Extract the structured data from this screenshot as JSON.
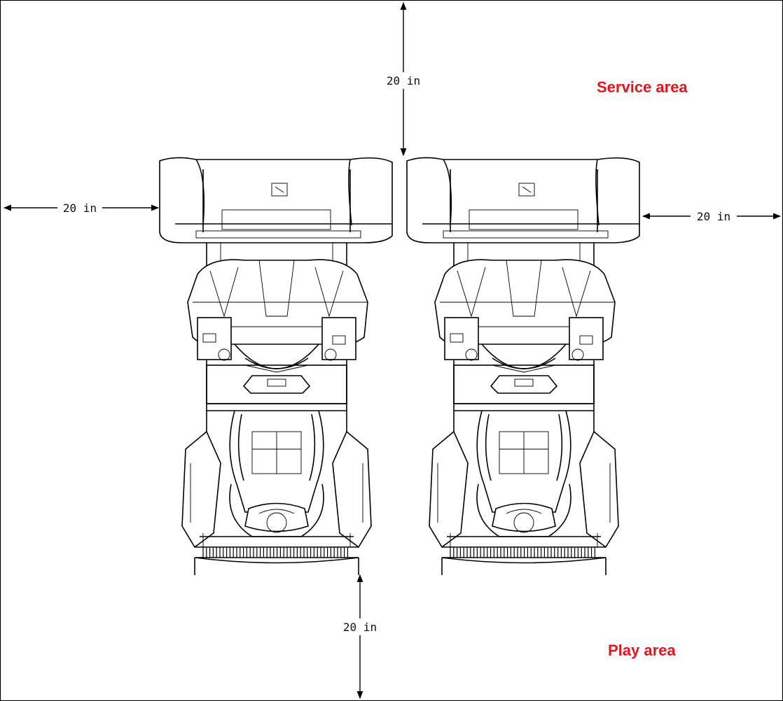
{
  "dimensions": {
    "top": "20 in",
    "left": "20 in",
    "right": "20 in",
    "bottom": "20 in"
  },
  "areas": {
    "service": "Service area",
    "play": "Play area"
  },
  "colors": {
    "area_label": "#e8141b",
    "line": "#000000"
  }
}
